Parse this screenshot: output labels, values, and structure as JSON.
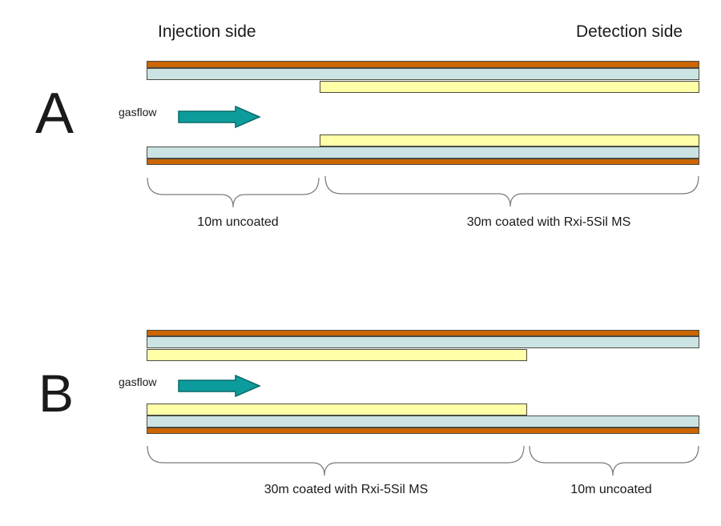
{
  "colors": {
    "orange": "#cc6600",
    "blue": "#cbe3e3",
    "yellow": "#ffffa8",
    "teal": "#0d9c9c",
    "teal_border": "#0a6a6a",
    "bar_border": "#4b4b42",
    "brace": "#7a7a7a",
    "ink": "#1a1a1a"
  },
  "header": {
    "injection": "Injection side",
    "detection": "Detection side"
  },
  "diagrams": [
    {
      "letter": "A",
      "gasflow": "gasflow",
      "left_label": "10m uncoated",
      "right_label": "30m coated with Rxi-5Sil MS"
    },
    {
      "letter": "B",
      "gasflow": "gasflow",
      "left_label": "30m coated with Rxi-5Sil MS",
      "right_label": "10m uncoated"
    }
  ]
}
